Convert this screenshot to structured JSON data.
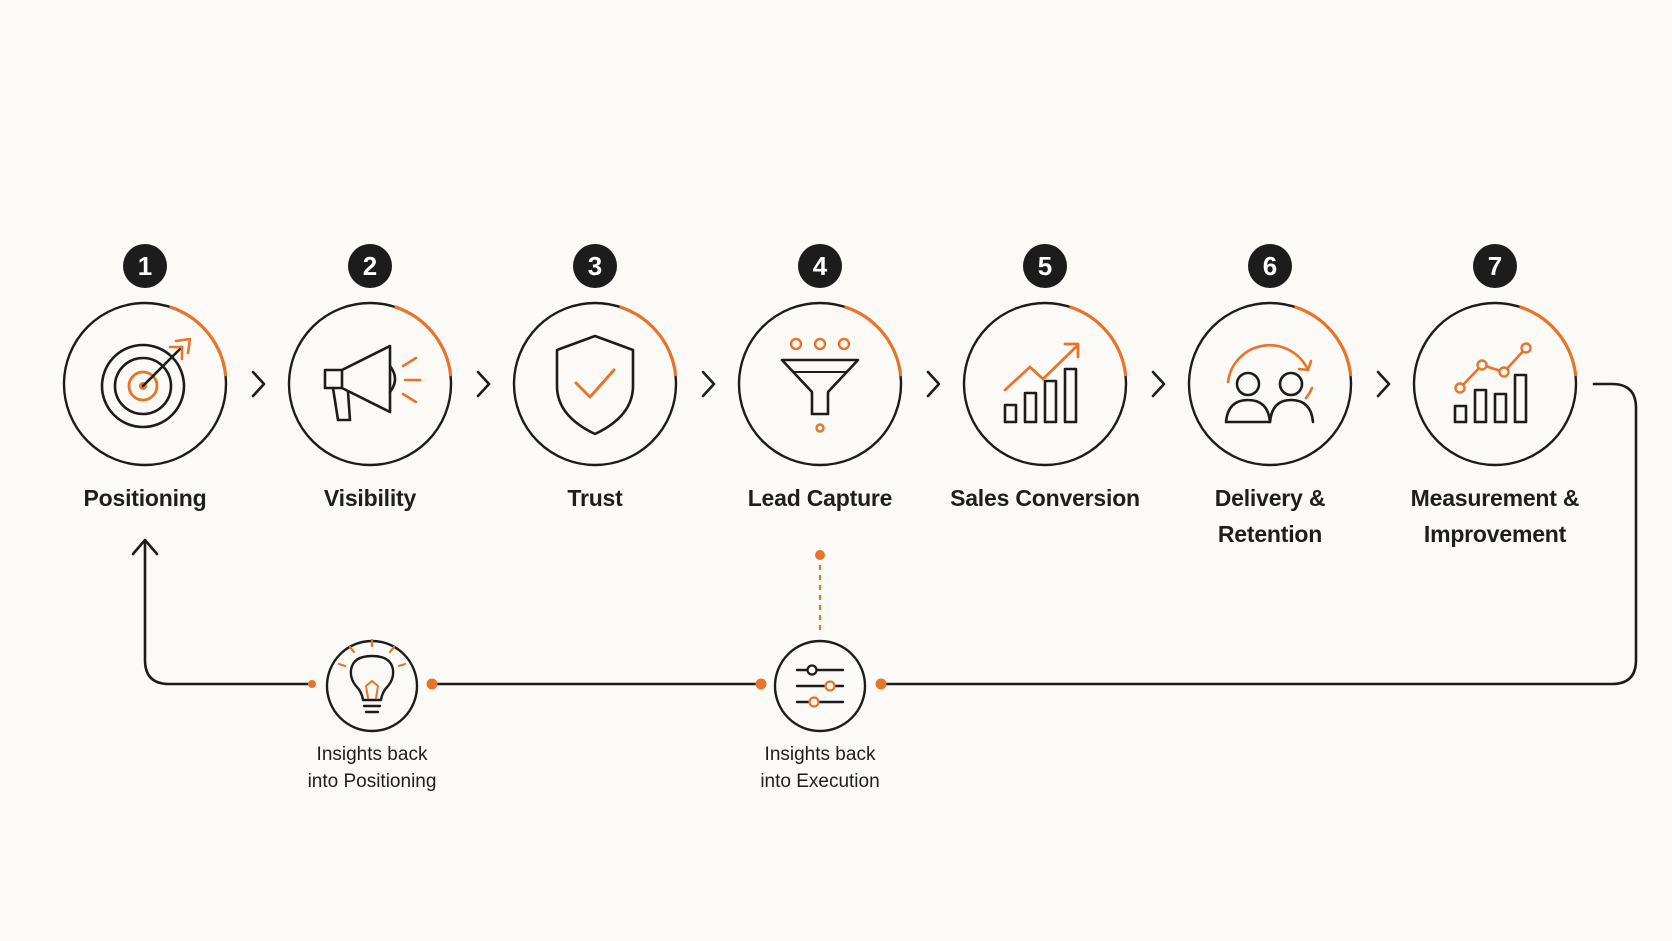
{
  "colors": {
    "accent": "#e8732a",
    "ink": "#1c1c1c",
    "background": "#fbfaf6"
  },
  "steps": [
    {
      "number": "1",
      "label_lines": [
        "Positioning"
      ],
      "icon": "target-icon"
    },
    {
      "number": "2",
      "label_lines": [
        "Visibility"
      ],
      "icon": "megaphone-icon"
    },
    {
      "number": "3",
      "label_lines": [
        "Trust"
      ],
      "icon": "shield-check-icon"
    },
    {
      "number": "4",
      "label_lines": [
        "Lead Capture"
      ],
      "icon": "funnel-icon"
    },
    {
      "number": "5",
      "label_lines": [
        "Sales Conversion"
      ],
      "icon": "growth-chart-icon"
    },
    {
      "number": "6",
      "label_lines": [
        "Delivery &",
        "Retention"
      ],
      "icon": "people-cycle-icon"
    },
    {
      "number": "7",
      "label_lines": [
        "Measurement &",
        "Improvement"
      ],
      "icon": "analytics-chart-icon"
    }
  ],
  "feedback": [
    {
      "label_lines": [
        "Insights back",
        "into Positioning"
      ],
      "icon": "lightbulb-icon"
    },
    {
      "label_lines": [
        "Insights back",
        "into Execution"
      ],
      "icon": "sliders-icon"
    }
  ]
}
